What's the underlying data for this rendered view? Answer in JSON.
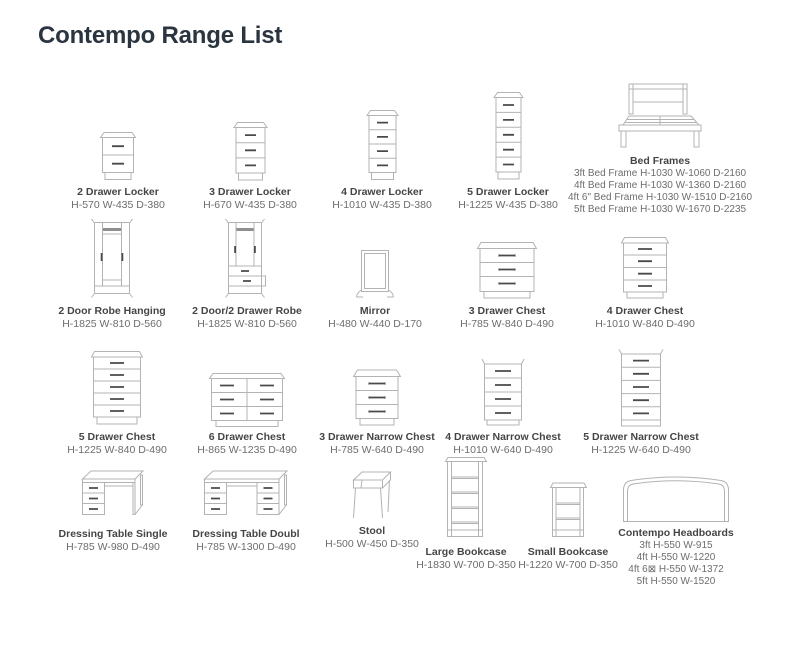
{
  "document": {
    "title": "Contempo Range List"
  },
  "colors": {
    "title_text": "#2a3540",
    "item_name_text": "#454545",
    "item_dims_text": "#6d6d6d",
    "line_art": "#b3b3b3",
    "handle": "#4a4a4a",
    "background": "#ffffff"
  },
  "items": [
    {
      "name": "2 Drawer Locker",
      "dims": "H-570 W-435 D-380"
    },
    {
      "name": "3 Drawer Locker",
      "dims": "H-670 W-435 D-380"
    },
    {
      "name": "4 Drawer Locker",
      "dims": "H-1010 W-435 D-380"
    },
    {
      "name": "5 Drawer Locker",
      "dims": "H-1225 W-435 D-380"
    },
    {
      "name": "Bed Frames",
      "lines": [
        "3ft Bed Frame H-1030 W-1060 D-2160",
        "4ft Bed Frame H-1030 W-1360 D-2160",
        "4ft 6\" Bed Frame H-1030 W-1510 D-2160",
        "5ft Bed Frame H-1030 W-1670 D-2235"
      ]
    },
    {
      "name": "2 Door Robe Hanging",
      "dims": "H-1825 W-810 D-560"
    },
    {
      "name": "2 Door/2 Drawer Robe",
      "dims": "H-1825 W-810 D-560"
    },
    {
      "name": "Mirror",
      "dims": "H-480 W-440 D-170"
    },
    {
      "name": "3 Drawer Chest",
      "dims": "H-785 W-840 D-490"
    },
    {
      "name": "4 Drawer Chest",
      "dims": "H-1010 W-840 D-490"
    },
    {
      "name": "5 Drawer Chest",
      "dims": "H-1225 W-840 D-490"
    },
    {
      "name": "6 Drawer Chest",
      "dims": "H-865 W-1235 D-490"
    },
    {
      "name": "3 Drawer Narrow Chest",
      "dims": "H-785 W-640 D-490"
    },
    {
      "name": "4 Drawer Narrow Chest",
      "dims": "H-1010 W-640 D-490"
    },
    {
      "name": "5 Drawer Narrow Chest",
      "dims": "H-1225 W-640 D-490"
    },
    {
      "name": "Dressing Table Single",
      "dims": "H-785 W-980 D-490"
    },
    {
      "name": "Dressing Table Doubl",
      "dims": "H-785 W-1300 D-490"
    },
    {
      "name": "Stool",
      "dims": "H-500 W-450 D-350"
    },
    {
      "name": "Large Bookcase",
      "dims": "H-1830 W-700 D-350"
    },
    {
      "name": "Small Bookcase",
      "dims": "H-1220 W-700 D-350"
    },
    {
      "name": "Contempo Headboards",
      "lines": [
        "3ft H-550 W-915",
        "4ft H-550 W-1220",
        "4ft 6⊠ H-550 W-1372",
        "5ft H-550 W-1520"
      ]
    }
  ]
}
